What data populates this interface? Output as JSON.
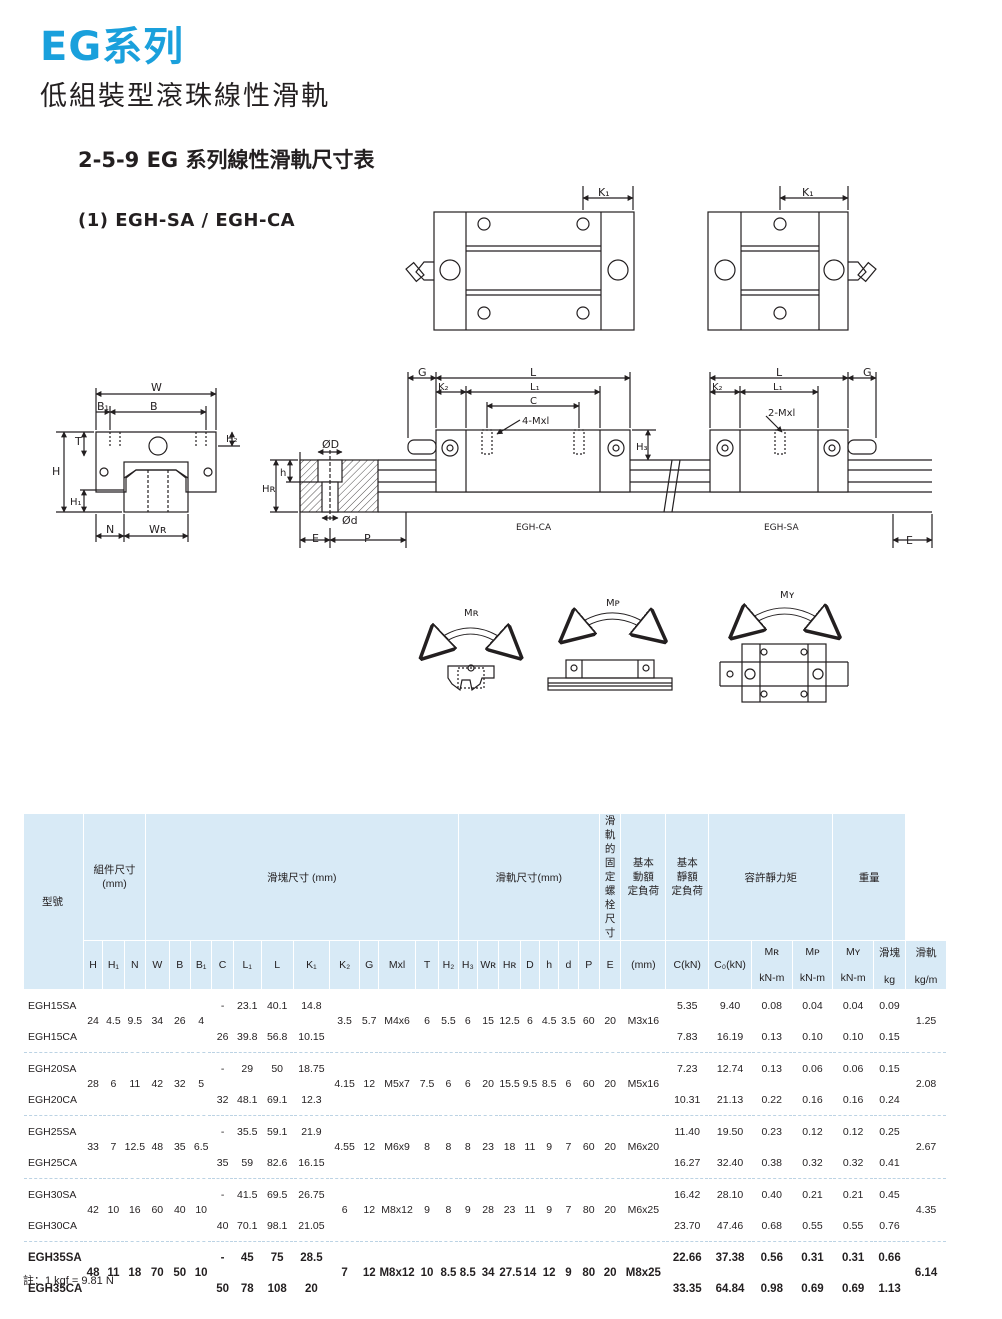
{
  "header": {
    "series": "EG系列",
    "subtitle": "低組裝型滾珠線性滑軌"
  },
  "section": {
    "title": "2-5-9 EG 系列線性滑軌尺寸表",
    "subtitle": "(1) EGH-SA / EGH-CA"
  },
  "drawing": {
    "labels_front": {
      "W": "W",
      "B1": "B₁",
      "B": "B",
      "T": "T",
      "H2": "H₂",
      "H": "H",
      "H1": "H₁",
      "N": "N",
      "WR": "Wʀ"
    },
    "labels_side": {
      "HR": "Hʀ",
      "h": "h",
      "D": "ØD",
      "d": "Ød",
      "E": "E",
      "P": "P"
    },
    "labels_top_left": {
      "K1": "K₁"
    },
    "labels_top_right": {
      "K1": "K₁"
    },
    "labels_ca": {
      "G": "G",
      "L": "L",
      "L1": "L₁",
      "C": "C",
      "K2": "K₂",
      "Mxl": "4-Mxl",
      "H3": "H₃",
      "name": "EGH-CA"
    },
    "labels_sa": {
      "G": "G",
      "L": "L",
      "L1": "L₁",
      "K2": "K₂",
      "Mxl": "2-Mxl",
      "name": "EGH-SA",
      "E": "E"
    },
    "moments": {
      "MR": "Mʀ",
      "MP": "Mᴘ",
      "MY": "Mʏ"
    }
  },
  "table": {
    "header1": {
      "model": "型號",
      "assembly": "組件尺寸\n(mm)",
      "block": "滑塊尺寸 (mm)",
      "rail": "滑軌尺寸(mm)",
      "bolt": "滑軌的\n固定螺\n栓尺寸",
      "dynamic": "基本\n動額\n定負荷",
      "static": "基本\n靜額\n定負荷",
      "moment": "容許靜力矩",
      "weight": "重量"
    },
    "header2": [
      "H",
      "H₁",
      "N",
      "W",
      "B",
      "B₁",
      "C",
      "L₁",
      "L",
      "K₁",
      "K₂",
      "G",
      "Mxl",
      "T",
      "H₂",
      "H₃",
      "Wʀ",
      "Hʀ",
      "D",
      "h",
      "d",
      "P",
      "E",
      "(mm)",
      "C(kN)",
      "C₀(kN)"
    ],
    "moment_cols": [
      "Mʀ",
      "Mᴘ",
      "Mʏ"
    ],
    "moment_units": [
      "kN-m",
      "kN-m",
      "kN-m"
    ],
    "weight_cols": [
      "滑塊",
      "滑軌"
    ],
    "weight_units": [
      "kg",
      "kg/m"
    ],
    "groups": [
      {
        "shared": {
          "H": "24",
          "H1": "4.5",
          "N": "9.5",
          "W": "34",
          "B": "26",
          "B1": "4",
          "K2": "3.5",
          "G": "5.7",
          "Mxl": "M4x6",
          "T": "6",
          "H2": "5.5",
          "H3": "6",
          "WR": "15",
          "HR": "12.5",
          "D": "6",
          "h": "4.5",
          "d": "3.5",
          "P": "60",
          "E": "20",
          "bolt": "M3x16",
          "rail_w": "1.25"
        },
        "rows": [
          {
            "model": "EGH15SA",
            "C": "-",
            "L1": "23.1",
            "L": "40.1",
            "K1": "14.8",
            "Cd": "5.35",
            "C0": "9.40",
            "MR": "0.08",
            "MP": "0.04",
            "MY": "0.04",
            "block_w": "0.09"
          },
          {
            "model": "EGH15CA",
            "C": "26",
            "L1": "39.8",
            "L": "56.8",
            "K1": "10.15",
            "Cd": "7.83",
            "C0": "16.19",
            "MR": "0.13",
            "MP": "0.10",
            "MY": "0.10",
            "block_w": "0.15"
          }
        ]
      },
      {
        "shared": {
          "H": "28",
          "H1": "6",
          "N": "11",
          "W": "42",
          "B": "32",
          "B1": "5",
          "K2": "4.15",
          "G": "12",
          "Mxl": "M5x7",
          "T": "7.5",
          "H2": "6",
          "H3": "6",
          "WR": "20",
          "HR": "15.5",
          "D": "9.5",
          "h": "8.5",
          "d": "6",
          "P": "60",
          "E": "20",
          "bolt": "M5x16",
          "rail_w": "2.08"
        },
        "rows": [
          {
            "model": "EGH20SA",
            "C": "-",
            "L1": "29",
            "L": "50",
            "K1": "18.75",
            "Cd": "7.23",
            "C0": "12.74",
            "MR": "0.13",
            "MP": "0.06",
            "MY": "0.06",
            "block_w": "0.15"
          },
          {
            "model": "EGH20CA",
            "C": "32",
            "L1": "48.1",
            "L": "69.1",
            "K1": "12.3",
            "Cd": "10.31",
            "C0": "21.13",
            "MR": "0.22",
            "MP": "0.16",
            "MY": "0.16",
            "block_w": "0.24"
          }
        ]
      },
      {
        "shared": {
          "H": "33",
          "H1": "7",
          "N": "12.5",
          "W": "48",
          "B": "35",
          "B1": "6.5",
          "K2": "4.55",
          "G": "12",
          "Mxl": "M6x9",
          "T": "8",
          "H2": "8",
          "H3": "8",
          "WR": "23",
          "HR": "18",
          "D": "11",
          "h": "9",
          "d": "7",
          "P": "60",
          "E": "20",
          "bolt": "M6x20",
          "rail_w": "2.67"
        },
        "rows": [
          {
            "model": "EGH25SA",
            "C": "-",
            "L1": "35.5",
            "L": "59.1",
            "K1": "21.9",
            "Cd": "11.40",
            "C0": "19.50",
            "MR": "0.23",
            "MP": "0.12",
            "MY": "0.12",
            "block_w": "0.25"
          },
          {
            "model": "EGH25CA",
            "C": "35",
            "L1": "59",
            "L": "82.6",
            "K1": "16.15",
            "Cd": "16.27",
            "C0": "32.40",
            "MR": "0.38",
            "MP": "0.32",
            "MY": "0.32",
            "block_w": "0.41"
          }
        ]
      },
      {
        "shared": {
          "H": "42",
          "H1": "10",
          "N": "16",
          "W": "60",
          "B": "40",
          "B1": "10",
          "K2": "6",
          "G": "12",
          "Mxl": "M8x12",
          "T": "9",
          "H2": "8",
          "H3": "9",
          "WR": "28",
          "HR": "23",
          "D": "11",
          "h": "9",
          "d": "7",
          "P": "80",
          "E": "20",
          "bolt": "M6x25",
          "rail_w": "4.35"
        },
        "rows": [
          {
            "model": "EGH30SA",
            "C": "-",
            "L1": "41.5",
            "L": "69.5",
            "K1": "26.75",
            "Cd": "16.42",
            "C0": "28.10",
            "MR": "0.40",
            "MP": "0.21",
            "MY": "0.21",
            "block_w": "0.45"
          },
          {
            "model": "EGH30CA",
            "C": "40",
            "L1": "70.1",
            "L": "98.1",
            "K1": "21.05",
            "Cd": "23.70",
            "C0": "47.46",
            "MR": "0.68",
            "MP": "0.55",
            "MY": "0.55",
            "block_w": "0.76"
          }
        ]
      },
      {
        "shared": {
          "H": "48",
          "H1": "11",
          "N": "18",
          "W": "70",
          "B": "50",
          "B1": "10",
          "K2": "7",
          "G": "12",
          "Mxl": "M8x12",
          "T": "10",
          "H2": "8.5",
          "H3": "8.5",
          "WR": "34",
          "HR": "27.5",
          "D": "14",
          "h": "12",
          "d": "9",
          "P": "80",
          "E": "20",
          "bolt": "M8x25",
          "rail_w": "6.14"
        },
        "rows": [
          {
            "model": "EGH35SA",
            "C": "-",
            "L1": "45",
            "L": "75",
            "K1": "28.5",
            "Cd": "22.66",
            "C0": "37.38",
            "MR": "0.56",
            "MP": "0.31",
            "MY": "0.31",
            "block_w": "0.66"
          },
          {
            "model": "EGH35CA",
            "C": "50",
            "L1": "78",
            "L": "108",
            "K1": "20",
            "Cd": "33.35",
            "C0": "64.84",
            "MR": "0.98",
            "MP": "0.69",
            "MY": "0.69",
            "block_w": "1.13"
          }
        ]
      }
    ]
  },
  "note": "註：1 kgf = 9.81 N",
  "colors": {
    "accent": "#1aa0dc",
    "header_bg": "#d8eaf6",
    "line": "#231f20"
  }
}
